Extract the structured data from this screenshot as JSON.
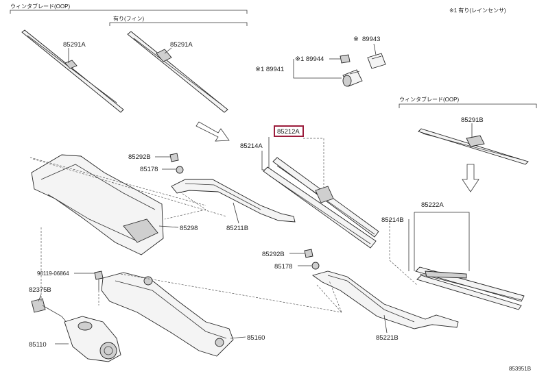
{
  "header": {
    "left_title": "ウィンタブレード(OOP)",
    "left_subtitle": "有り(フィン)",
    "right_note": "※1 有り(レインセンサ)",
    "right_group_title": "ウィンタブレード(OOP)"
  },
  "parts": {
    "p85291A_1": "85291A",
    "p85291A_2": "85291A",
    "p89943": "89943",
    "p89943_mark": "※",
    "p89944": "※1 89944",
    "p89941": "※1 89941",
    "p85291B": "85291B",
    "p85212A": "85212A",
    "p85214A": "85214A",
    "p85292B_1": "85292B",
    "p85178_1": "85178",
    "p85298": "85298",
    "p85211B": "85211B",
    "p85222A": "85222A",
    "p85214B": "85214B",
    "p85292B_2": "85292B",
    "p85178_2": "85178",
    "p90119": "90119-06864",
    "p82375B": "82375B",
    "p85110": "85110",
    "p85160": "85160",
    "p85221B": "85221B",
    "footer_code": "853951B"
  },
  "colors": {
    "highlight": "#9b1b3b",
    "line": "#333333"
  }
}
